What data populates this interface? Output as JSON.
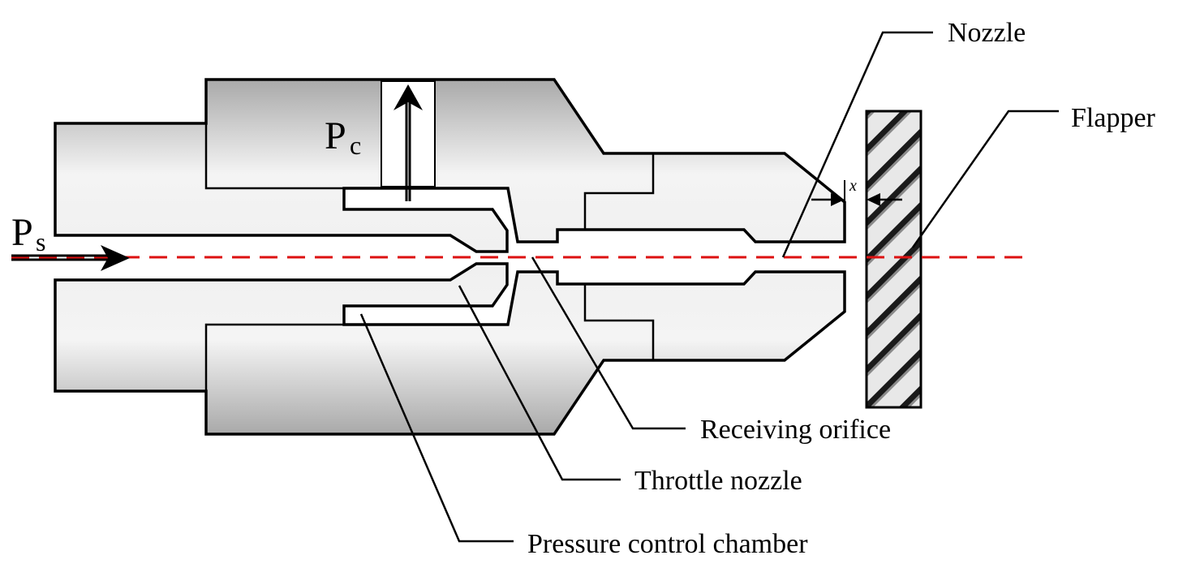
{
  "labels": {
    "nozzle": "Nozzle",
    "flapper": "Flapper",
    "receiving_orifice": "Receiving orifice",
    "throttle_nozzle": "Throttle nozzle",
    "pressure_control_chamber": "Pressure control chamber"
  },
  "symbols": {
    "supply_pressure": "P",
    "supply_pressure_sub": "s",
    "control_pressure": "P",
    "control_pressure_sub": "c",
    "gap": "x"
  },
  "colors": {
    "centerline": "#dd1111",
    "body_light": "#f4f4f4",
    "body_dark": "#a9a9a9",
    "outline": "#000000"
  }
}
